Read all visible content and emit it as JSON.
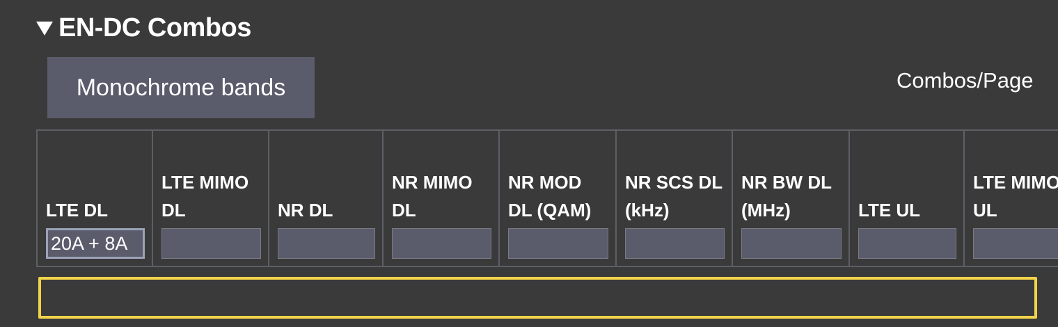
{
  "section": {
    "title": "EN-DC Combos",
    "caret_icon": "triangle-down-icon"
  },
  "toolbar": {
    "monochrome_label": "Monochrome bands",
    "per_page_label": "Combos/Page"
  },
  "table": {
    "columns": [
      {
        "label": "LTE DL",
        "filter_value": "20A + 8A"
      },
      {
        "label": "LTE MIMO DL",
        "filter_value": ""
      },
      {
        "label": "NR DL",
        "filter_value": ""
      },
      {
        "label": "NR MIMO DL",
        "filter_value": ""
      },
      {
        "label": "NR MOD DL (QAM)",
        "filter_value": ""
      },
      {
        "label": "NR SCS DL (kHz)",
        "filter_value": ""
      },
      {
        "label": "NR BW DL (MHz)",
        "filter_value": ""
      },
      {
        "label": "LTE UL",
        "filter_value": ""
      },
      {
        "label": "LTE MIMO UL",
        "filter_value": ""
      }
    ]
  },
  "colors": {
    "background": "#3a3a3a",
    "input_bg": "#5a5b6b",
    "highlight": "#f0d34a",
    "border": "#5e5f66"
  }
}
